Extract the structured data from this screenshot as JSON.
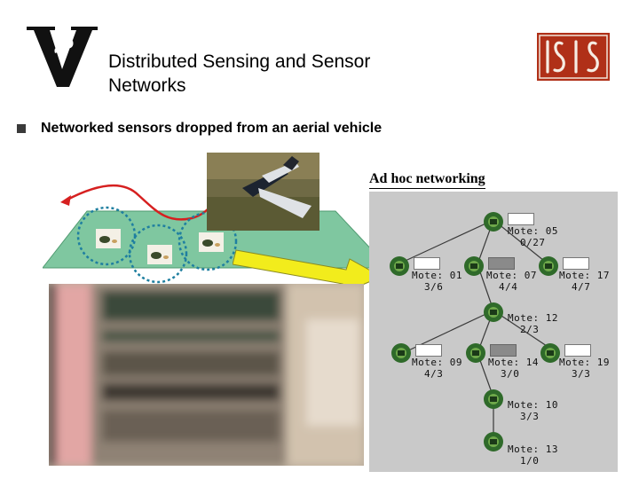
{
  "header": {
    "title_line1": "Distributed Sensing and Sensor",
    "title_line2": "Networks",
    "vanderbilt_logo": "vanderbilt-v-logo",
    "isis_logo": "isis-logo"
  },
  "bullet": {
    "text": "Networked sensors dropped from an aerial vehicle"
  },
  "network_panel": {
    "heading": "Ad hoc networking",
    "motes": [
      {
        "id": "Mote: 05",
        "counts": "0/27"
      },
      {
        "id": "Mote: 01",
        "counts": "3/6"
      },
      {
        "id": "Mote: 07",
        "counts": "4/4"
      },
      {
        "id": "Mote: 17",
        "counts": "4/7"
      },
      {
        "id": "Mote: 12",
        "counts": "2/3"
      },
      {
        "id": "Mote: 09",
        "counts": "4/3"
      },
      {
        "id": "Mote: 14",
        "counts": "3/0"
      },
      {
        "id": "Mote: 19",
        "counts": "3/3"
      },
      {
        "id": "Mote: 10",
        "counts": "3/3"
      },
      {
        "id": "Mote: 13",
        "counts": "1/0"
      }
    ]
  },
  "colors": {
    "ground_plane": "#7fc7a0",
    "flight_path": "#d62020",
    "arrow_fill": "#f2ec1c",
    "sensor_circle": "#1f7fa0",
    "isis_red": "#b03018",
    "panel_gray": "#c9c9c9"
  }
}
